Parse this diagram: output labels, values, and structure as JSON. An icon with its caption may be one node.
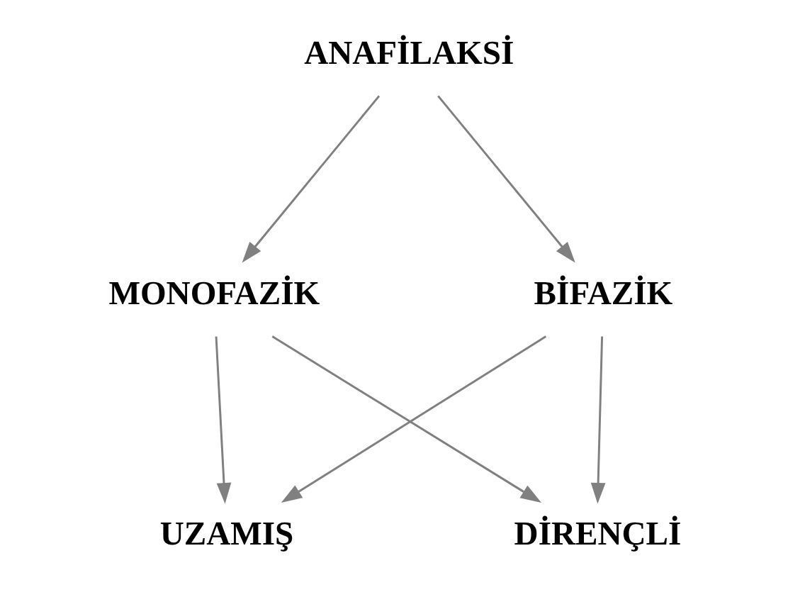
{
  "diagram": {
    "nodes": [
      {
        "text": [
          "ANAFİLAKSİ"
        ]
      },
      {
        "text": [
          "MONOFAZİK"
        ]
      },
      {
        "text": [
          "BİFAZİK"
        ]
      },
      {
        "text": [
          "UZAMIŞ"
        ]
      },
      {
        "text": [
          "DİRENÇLİ"
        ]
      }
    ],
    "edges": [
      {
        "from": 0,
        "to": 1,
        "arrow": "to"
      },
      {
        "from": 0,
        "to": 2,
        "arrow": "to"
      },
      {
        "from": 1,
        "to": 3,
        "arrow": "to"
      },
      {
        "from": 1,
        "to": 4,
        "arrow": "to"
      },
      {
        "from": 2,
        "to": 3,
        "arrow": "to"
      },
      {
        "from": 2,
        "to": 4,
        "arrow": "to"
      }
    ]
  }
}
